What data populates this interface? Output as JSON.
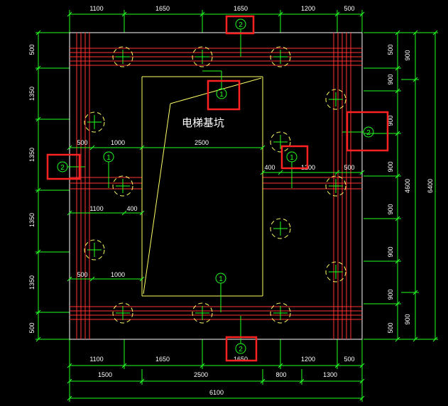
{
  "title": "电梯基坑",
  "colors": {
    "background": "#000000",
    "dimension": "#22ff22",
    "rebar": "#ff3333",
    "outline": "#ffff66",
    "pile": "#ffff66",
    "highlight": "#ff2222"
  },
  "dims": {
    "top": [
      "1100",
      "1650",
      "1650",
      "1200",
      "500"
    ],
    "bottom1": [
      "1100",
      "1650",
      "1650",
      "1200",
      "500"
    ],
    "bottom2": [
      "1500",
      "2500",
      "800",
      "1300"
    ],
    "bottom_total": "6100",
    "left": [
      "500",
      "1350",
      "1350",
      "1350",
      "1350",
      "500"
    ],
    "right1": [
      "500",
      "900",
      "900",
      "900",
      "900",
      "900",
      "900",
      "500"
    ],
    "right2_a": "900",
    "right2_b": "4600",
    "right2_c": "900",
    "right_total": "6400",
    "inner": {
      "r1_a": "500",
      "r1_b": "1000",
      "r1_c": "2500",
      "r2_a": "1100",
      "r2_b": "400",
      "r3_a": "500",
      "r3_b": "1000",
      "rs_a": "400",
      "rs_b": "1200",
      "rs_c": "500"
    }
  },
  "markers": {
    "m1": "1",
    "m2": "2"
  }
}
